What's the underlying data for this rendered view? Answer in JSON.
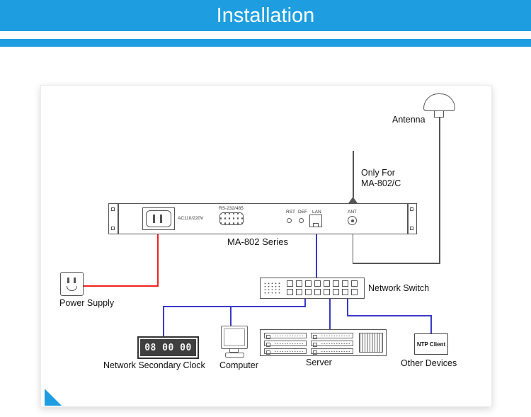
{
  "colors": {
    "accent": "#1e9ee0",
    "wire_blue": "#3a3ac8",
    "wire_red": "#f02222",
    "outline": "#555555"
  },
  "header": {
    "title": "Installation"
  },
  "diagram": {
    "antenna": {
      "label": "Antenna"
    },
    "whip_note": {
      "line1": "Only For",
      "line2": "MA-802/C"
    },
    "device": {
      "label": "MA-802 Series",
      "power_inlet_label": "AC110/220V",
      "serial_label": "RS-232/485",
      "rst_label": "RST",
      "def_label": "DEF",
      "lan_label": "LAN",
      "ant_label": "ANT"
    },
    "power_supply": {
      "label": "Power Supply"
    },
    "network_switch": {
      "label": "Network Switch"
    },
    "clock": {
      "display": "08 00 00",
      "label": "Network Secondary Clock"
    },
    "computer": {
      "label": "Computer"
    },
    "server": {
      "label": "Server"
    },
    "other_devices": {
      "box_label": "NTP Client",
      "label": "Other Devices"
    }
  }
}
